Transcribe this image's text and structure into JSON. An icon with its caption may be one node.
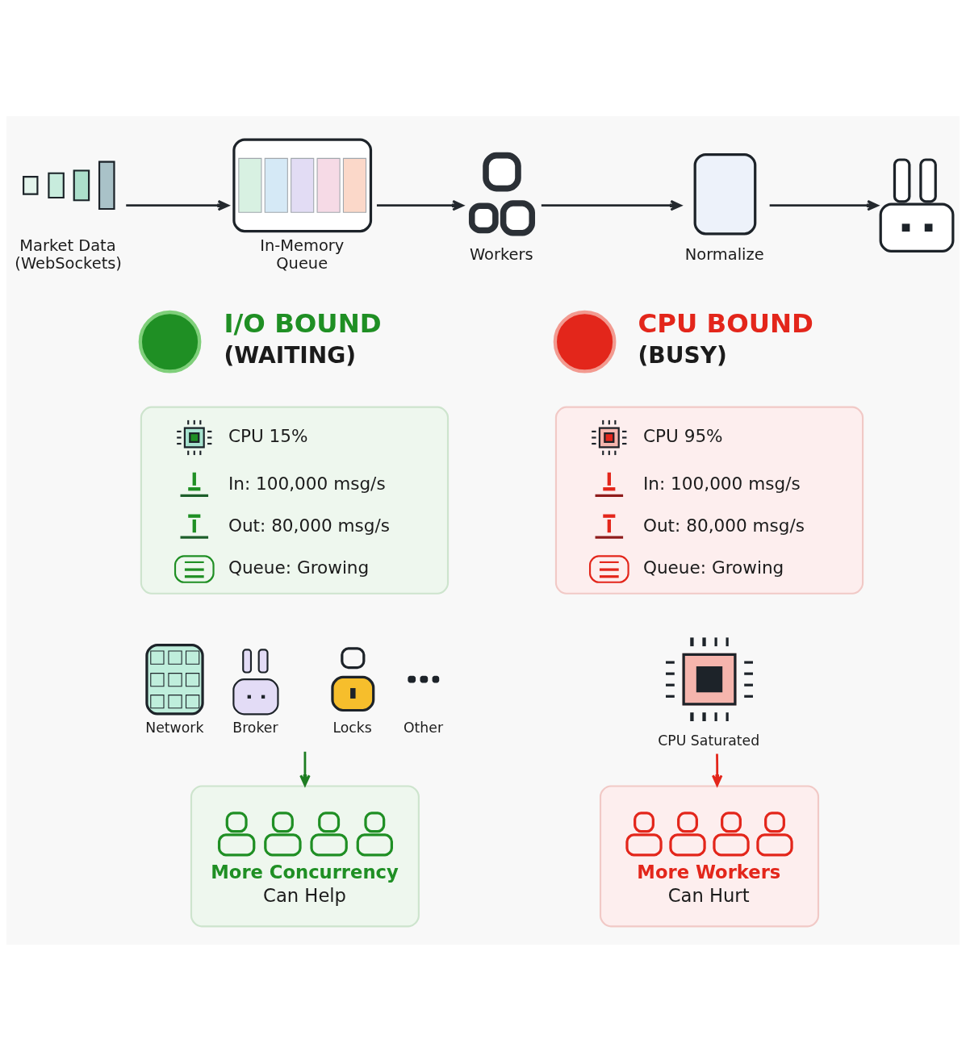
{
  "diagram": {
    "nodes": [
      {
        "text": [
          "Market Data (WebSockets)"
        ]
      },
      {
        "text": [
          "In-Memory Queue"
        ]
      },
      {
        "text": [
          "Workers"
        ]
      },
      {
        "text": [
          "Normalize"
        ]
      },
      {
        "text": [],
        "shape": "picture"
      },
      {
        "text": [],
        "shape": "circle"
      },
      {
        "text": [
          "CPU 15%",
          "In: 100,000 msg/s",
          "Out: 80,000 msg/s",
          "Queue: Growing"
        ]
      },
      {
        "text": [
          "Network"
        ]
      },
      {
        "text": [
          "Broker"
        ]
      },
      {
        "text": [
          "Locks"
        ]
      },
      {
        "text": [
          "Other"
        ]
      },
      {
        "text": [
          "More Concurrency",
          "Can Help"
        ]
      },
      {
        "text": [],
        "shape": "circle"
      },
      {
        "text": [
          "CPU 95%",
          "In: 100,000 msg/s",
          "Out: 80,000 msg/s",
          "Queue: Growing"
        ]
      },
      {
        "text": [
          "CPU Saturated"
        ]
      },
      {
        "text": [
          "More Workers",
          "Can Hurt"
        ]
      }
    ],
    "edges": [
      {
        "from": 0,
        "to": 1,
        "arrow": "to"
      },
      {
        "from": 1,
        "to": 2,
        "arrow": "to"
      },
      {
        "from": 2,
        "to": 3,
        "arrow": "to"
      },
      {
        "from": 3,
        "to": 4,
        "arrow": "to"
      },
      {
        "from": null,
        "to": 11,
        "arrow": "to",
        "color": "#1e7d22"
      },
      {
        "from": 14,
        "to": 15,
        "arrow": "to",
        "color": "#e3261b"
      }
    ],
    "labels": [
      "I/O BOUND",
      "(WAITING)",
      "CPU BOUND",
      "(BUSY)"
    ]
  }
}
